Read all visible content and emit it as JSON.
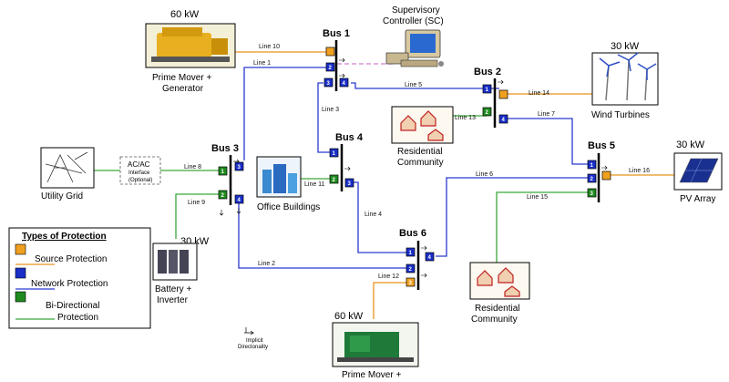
{
  "buses": {
    "bus1": "Bus 1",
    "bus2": "Bus 2",
    "bus3": "Bus 3",
    "bus4": "Bus 4",
    "bus5": "Bus 5",
    "bus6": "Bus 6"
  },
  "lines": {
    "l1": "Line 1",
    "l2": "Line 2",
    "l3": "Line 3",
    "l4": "Line 4",
    "l5": "Line 5",
    "l6": "Line 6",
    "l7": "Line 7",
    "l8": "Line 8",
    "l9": "Line 9",
    "l10": "Line 10",
    "l11": "Line 11",
    "l12": "Line 12",
    "l13": "Line 13",
    "l14": "Line 14",
    "l15": "Line 15",
    "l16": "Line 16"
  },
  "components": {
    "prime_mover_top": {
      "power": "60 kW",
      "label1": "Prime Mover +",
      "label2": "Generator"
    },
    "supervisory": {
      "label1": "Supervisory",
      "label2": "Controller (SC)"
    },
    "wind": {
      "power": "30 kW",
      "label": "Wind Turbines"
    },
    "residential_top": {
      "label1": "Residential",
      "label2": "Community"
    },
    "utility": {
      "label": "Utility Grid"
    },
    "acac": {
      "label1": "AC/AC",
      "label2": "Interface",
      "label3": "(Optional)"
    },
    "office": {
      "label": "Office Buildings"
    },
    "pv": {
      "power": "30 kW",
      "label": "PV Array"
    },
    "battery": {
      "power": "30 kW",
      "label1": "Battery +",
      "label2": "Inverter"
    },
    "residential_bottom": {
      "label1": "Residential",
      "label2": "Community"
    },
    "prime_mover_bottom": {
      "power": "60 kW",
      "label": "Prime Mover +"
    }
  },
  "implicit": {
    "label1": "Implicit",
    "label2": "Directonality"
  },
  "legend": {
    "title": "Types of Protection",
    "items": [
      {
        "label": "Source Protection",
        "color": "#f0a020"
      },
      {
        "label": "Network Protection",
        "color": "#1a2ec8"
      },
      {
        "label": "Bi-Directional",
        "label2": "Protection",
        "color": "#1e8a1e"
      }
    ]
  },
  "box_numbers": [
    "1",
    "2",
    "3",
    "4"
  ],
  "colors": {
    "source": "#f0a020",
    "network": "#1a2ec8",
    "bidir": "#1e8a1e",
    "line_blue": "#2a3ad0",
    "line_orange": "#e8941a",
    "line_green": "#3aa83a",
    "ctrl": "#d080d0"
  }
}
